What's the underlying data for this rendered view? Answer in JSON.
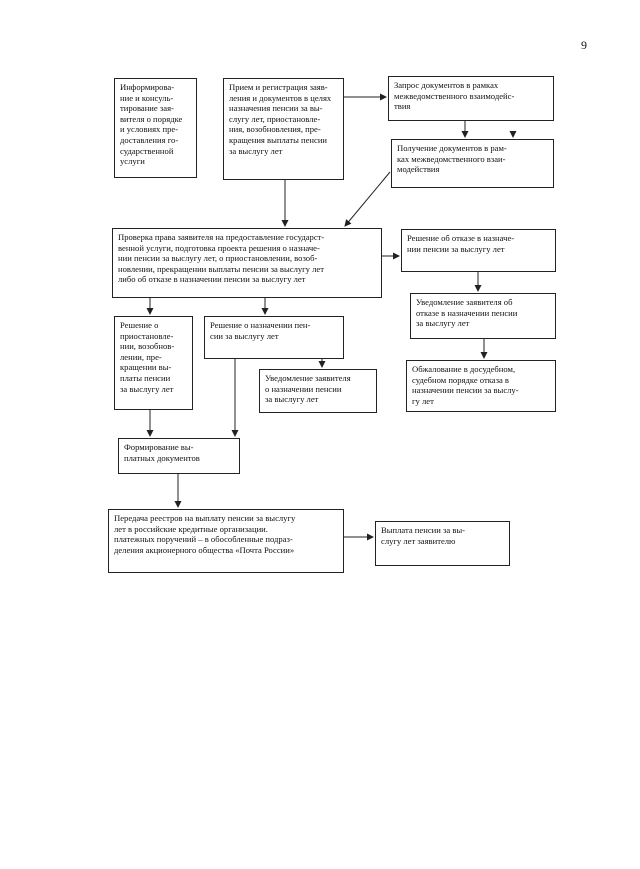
{
  "page_number": "9",
  "boxes": {
    "informing": "Информирова-\nние и консуль-\nтирование зая-\nвителя о порядке\nи условиях пре-\nдоставления го-\nсударственной\nуслуги",
    "reception": "Прием и регистрация заяв-\nления и документов в целях\nназначения пенсии за вы-\nслугу лет, приостановле-\nния, возобновления, пре-\nкращения выплаты пенсии\nза выслугу лет",
    "request_docs": "Запрос документов в рамках\nмежведомственного взаимодейс-\nтвия",
    "receive_docs": "Получение документов в рам-\nках межведомственного взаи-\nмодействия",
    "check_right": "Проверка права заявителя на предоставление государст-\nвенной услуги, подготовка проекта решения о назначе-\nнии пенсии за выслугу лет, о приостановлении, возоб-\nновлении, прекращении выплаты пенсии за выслугу лет\nлибо об отказе в назначении пенсии за выслугу лет",
    "refusal_decision": "Решение об отказе в назначе-\nнии пенсии за выслугу лет",
    "refusal_notice": "Уведомление заявителя об\nотказе в назначении пенсии\nза выслугу лет",
    "appeal": "Обжалование в досудебном,\nсудебном порядке отказа в\nназначении пенсии за выслу-\nгу лет",
    "suspension_decision": "Решение о\nприостановле-\nнии, возобнов-\nлении, пре-\nкращении вы-\nплаты пенсии\nза выслугу лет",
    "assignment_decision": "Решение о назначении пен-\nсии за выслугу лет",
    "assignment_notice": "Уведомление заявителя\nо назначении пенсии\nза выслугу лет",
    "payment_docs": "Формирование вы-\nплатных документов",
    "transfer_registers": "Передача реестров на выплату пенсии за выслугу\nлет в российские кредитные организации.\nплатежных поручений – в обособленные подраз-\nделения акционерного общества «Почта России»",
    "payment": "Выплата пенсии за вы-\nслугу лет заявителю"
  }
}
